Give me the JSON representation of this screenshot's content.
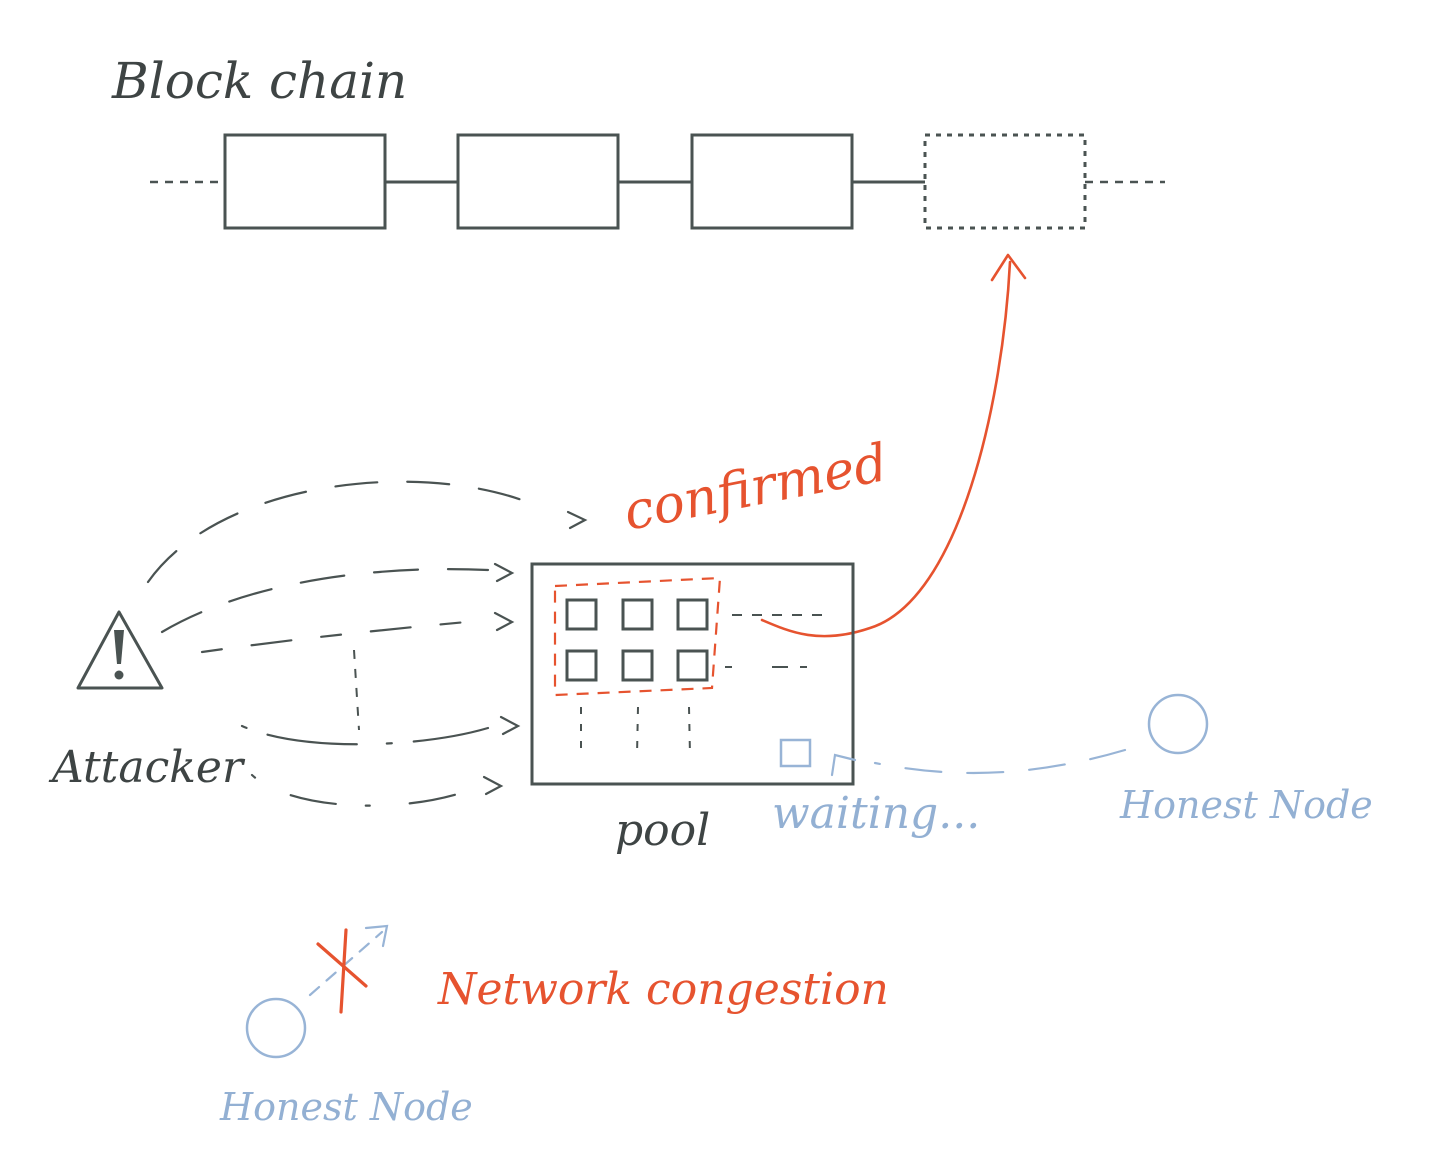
{
  "labels": {
    "block_chain": "Block chain",
    "confirmed": "confirmed",
    "attacker": "Attacker",
    "pool": "pool",
    "waiting": "waiting...",
    "honest_node_right": "Honest Node",
    "honest_node_bottom": "Honest Node",
    "network_congestion": "Network congestion"
  },
  "colors": {
    "ink": "#4a5352",
    "highlight": "#e6532f",
    "honest": "#98b4d6"
  },
  "icons": {
    "warning": "warning-triangle-icon",
    "failure": "x-mark-icon"
  }
}
